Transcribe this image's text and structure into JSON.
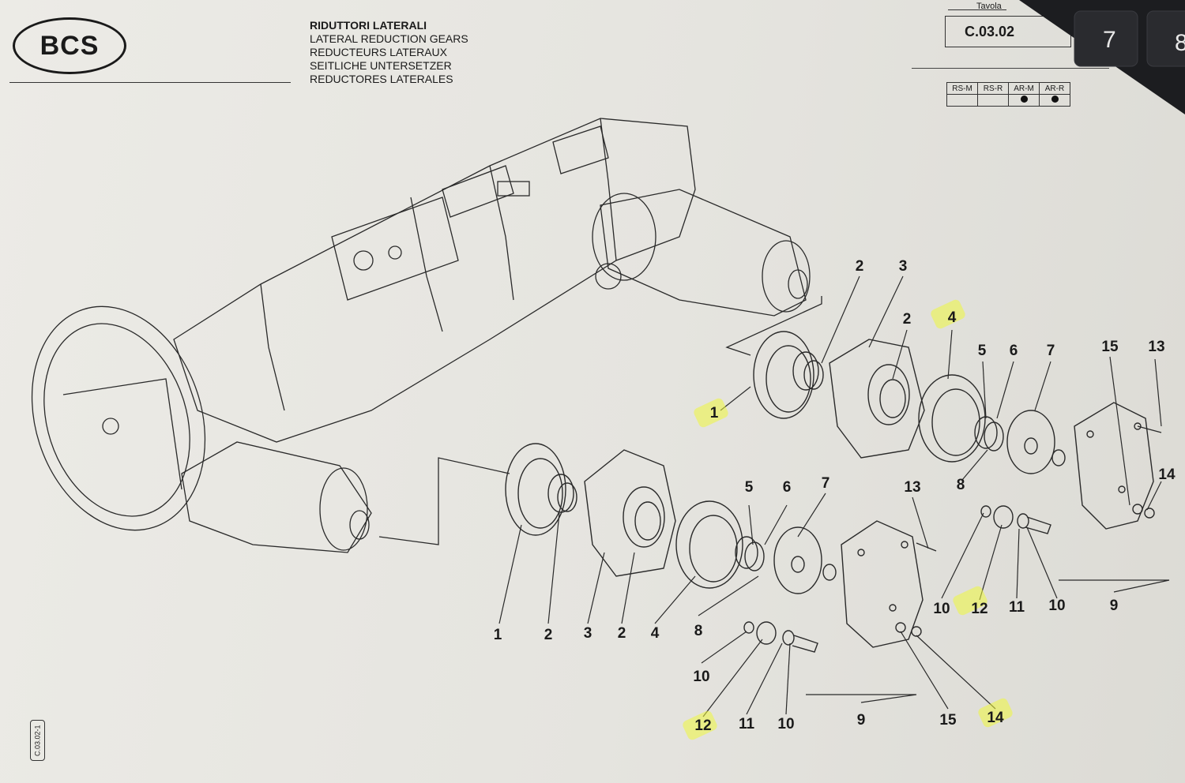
{
  "brand": {
    "logo_text": "BCS"
  },
  "header": {
    "titles": [
      "RIDUTTORI LATERALI",
      "LATERAL REDUCTION GEARS",
      "REDUCTEURS LATERAUX",
      "SEITLICHE UNTERSETZER",
      "REDUCTORES LATERALES"
    ],
    "tavola_label": "Tavola",
    "table_code": "C.03.02"
  },
  "models": {
    "columns": [
      "RS-M",
      "RS-R",
      "AR-M",
      "AR-R"
    ],
    "applicable": [
      false,
      false,
      true,
      true
    ]
  },
  "side_code": "C.03.02-1",
  "keyboard_keys": [
    "7",
    "8"
  ],
  "callouts_upper": [
    "1",
    "2",
    "3",
    "2",
    "4",
    "5",
    "6",
    "7",
    "15",
    "13",
    "8",
    "14",
    "10",
    "12",
    "11",
    "10",
    "9"
  ],
  "callouts_lower": [
    "1",
    "2",
    "3",
    "2",
    "4",
    "5",
    "6",
    "7",
    "13",
    "8",
    "10",
    "12",
    "11",
    "10",
    "9",
    "15",
    "14"
  ],
  "highlighted_callouts": [
    "1",
    "4",
    "12",
    "12",
    "14"
  ],
  "colors": {
    "paper": "#e8e7e2",
    "ink": "#1a1a1a",
    "highlight": "#eef83c",
    "keyboard": "#1c1d20"
  }
}
